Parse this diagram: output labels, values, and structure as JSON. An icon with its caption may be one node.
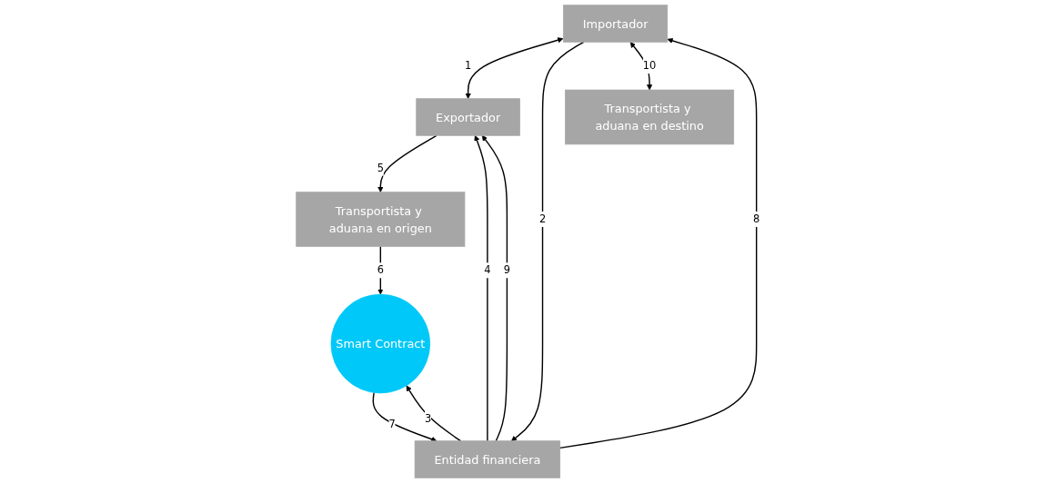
{
  "diagram": {
    "nodes": [
      {
        "text": [
          "Importador"
        ]
      },
      {
        "text": [
          "Exportador"
        ]
      },
      {
        "text": [
          "Entidad financiera"
        ]
      },
      {
        "text": [
          "Transportista y aduana en destino"
        ]
      },
      {
        "text": [
          "Smart Contract"
        ]
      },
      {
        "text": [
          "Transportista y aduana en origen"
        ]
      }
    ],
    "edges": [
      {
        "from": 0,
        "to": 1,
        "arrow": "both",
        "label": "1"
      },
      {
        "from": 0,
        "to": 2,
        "arrow": "to",
        "label": "2"
      },
      {
        "from": 2,
        "to": 4,
        "arrow": "to",
        "label": "3"
      },
      {
        "from": 2,
        "to": 1,
        "arrow": "to",
        "label": "4"
      },
      {
        "from": 1,
        "to": 5,
        "arrow": "to",
        "label": "5"
      },
      {
        "from": 5,
        "to": 4,
        "arrow": "to",
        "label": "6"
      },
      {
        "from": 4,
        "to": 2,
        "arrow": "to",
        "label": "7"
      },
      {
        "from": 2,
        "to": 0,
        "arrow": "to",
        "label": "8"
      },
      {
        "from": 2,
        "to": 1,
        "arrow": "to",
        "label": "9"
      },
      {
        "from": 0,
        "to": 3,
        "arrow": "both",
        "label": "10"
      }
    ]
  }
}
